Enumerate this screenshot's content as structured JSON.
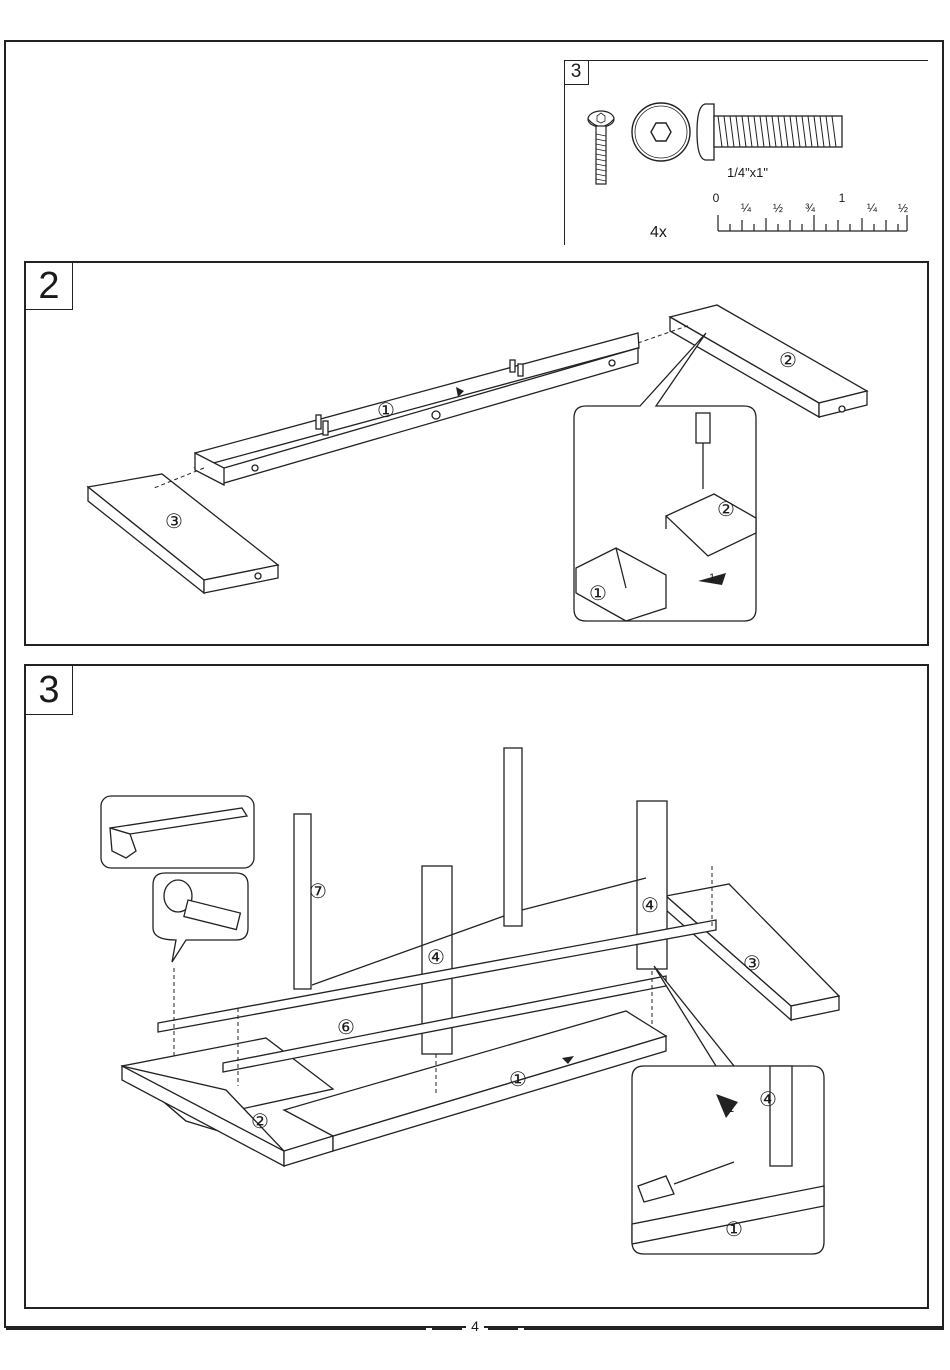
{
  "hardware": {
    "step_label": "3",
    "bolt_size": "1/4\"x1\"",
    "quantity": "4x",
    "ruler_labels": [
      "0",
      "¼",
      "½",
      "¾",
      "1",
      "¼",
      "½"
    ]
  },
  "step2": {
    "number": "2",
    "parts": {
      "rail": "①",
      "end_right": "②",
      "end_left": "③"
    },
    "detail": {
      "end": "②",
      "rail": "①",
      "arrow": "1"
    }
  },
  "step3": {
    "number": "3",
    "parts": {
      "leg_left": "⑦",
      "leg_mid": "④",
      "leg_right": "④",
      "stretcher": "⑥",
      "rail": "①",
      "end_left": "②",
      "end_right": "③"
    },
    "detail": {
      "leg": "④",
      "rail": "①",
      "arrow": "1"
    }
  },
  "footer": {
    "page_number": "4"
  }
}
